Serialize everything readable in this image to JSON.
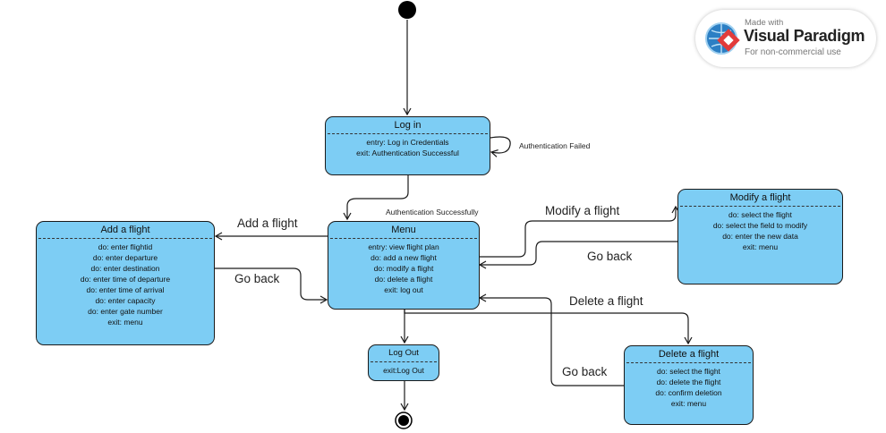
{
  "badge": {
    "made_with": "Made with",
    "brand": "Visual Paradigm",
    "sub": "For non-commercial use",
    "logo_icon": "visual-paradigm-logo-icon"
  },
  "states": {
    "login": {
      "title": "Log in",
      "activities": [
        "entry: Log in Credentials",
        "exit: Authentication Successful"
      ]
    },
    "menu": {
      "title": "Menu",
      "activities": [
        "entry: view flight plan",
        "do: add a new flight",
        "do: modify a flight",
        "do: delete a flight",
        "exit: log out"
      ]
    },
    "add": {
      "title": "Add a flight",
      "activities": [
        "do: enter flightid",
        "do: enter departure",
        "do: enter destination",
        "do: enter time of departure",
        "do: enter time of arrival",
        "do: enter capacity",
        "do: enter gate number",
        "exit: menu"
      ]
    },
    "modify": {
      "title": "Modify a flight",
      "activities": [
        "do: select the flight",
        "do: select the field to modify",
        "do: enter the new data",
        "exit: menu"
      ]
    },
    "delete": {
      "title": "Delete a flight",
      "activities": [
        "do: select the flight",
        "do: delete the flight",
        "do: confirm deletion",
        "exit: menu"
      ]
    },
    "logout": {
      "title": "Log Out",
      "activities": [
        "exit:Log Out"
      ]
    }
  },
  "transitions": {
    "auth_failed": "Authentication Failed",
    "auth_success": "Authentication Successfully",
    "add_flight": "Add a flight",
    "add_go_back": "Go back",
    "modify_flight": "Modify a flight",
    "modify_go_back": "Go back",
    "delete_flight": "Delete a flight",
    "delete_go_back": "Go back"
  },
  "colors": {
    "state_fill": "#7dcdf4",
    "stroke": "#1a1a1a"
  }
}
